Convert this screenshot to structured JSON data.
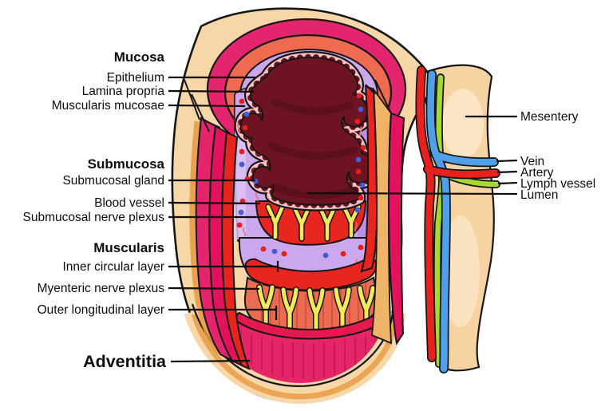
{
  "diagram": {
    "type": "anatomical-cross-section",
    "subject": "digestive tract wall",
    "layer_groups": [
      {
        "heading": "Mucosa",
        "sublabels": [
          "Epithelium",
          "Lamina propria",
          "Muscularis mucosae"
        ]
      },
      {
        "heading": "Submucosa",
        "sublabels": [
          "Submucosal gland",
          "Blood vessel",
          "Submucosal nerve plexus"
        ]
      },
      {
        "heading": "Muscularis",
        "sublabels": [
          "Inner circular layer",
          "Myenteric nerve plexus",
          "Outer longitudinal layer"
        ]
      },
      {
        "heading": "Adventitia",
        "sublabels": []
      }
    ],
    "right_labels": [
      "Mesentery",
      "Vein",
      "Artery",
      "Lymph vessel",
      "Lumen"
    ]
  },
  "labels": {
    "mucosa": "Mucosa",
    "epithelium": "Epithelium",
    "lamina_propria": "Lamina propria",
    "muscularis_mucosae": "Muscularis mucosae",
    "submucosa": "Submucosa",
    "submucosal_gland": "Submucosal gland",
    "blood_vessel": "Blood vessel",
    "submucosal_nerve_plexus": "Submucosal nerve plexus",
    "muscularis": "Muscularis",
    "inner_circular_layer": "Inner circular layer",
    "myenteric_nerve_plexus": "Myenteric nerve plexus",
    "outer_longitudinal_layer": "Outer longitudinal layer",
    "adventitia": "Adventitia",
    "mesentery": "Mesentery",
    "vein": "Vein",
    "artery": "Artery",
    "lymph_vessel": "Lymph vessel",
    "lumen": "Lumen"
  },
  "colors": {
    "serosa_tan": "#F7D7A8",
    "tan_shade_orange": "#E7993F",
    "outer_longitudinal_magenta": "#E5246E",
    "inner_circular_salmon": "#EE6A50",
    "crimson_strip": "#E2125C",
    "vascular_red": "#E8251F",
    "submucosa_lavender": "#CBA7EE",
    "epithelium_pink": "#F6C5C6",
    "lumen_maroon": "#6E1322",
    "nerve_yellow": "#F2E85C",
    "artery_red": "#E8201E",
    "vein_blue": "#4FA0E8",
    "lymph_green": "#A6D930",
    "line_black": "#0d0d0d"
  }
}
